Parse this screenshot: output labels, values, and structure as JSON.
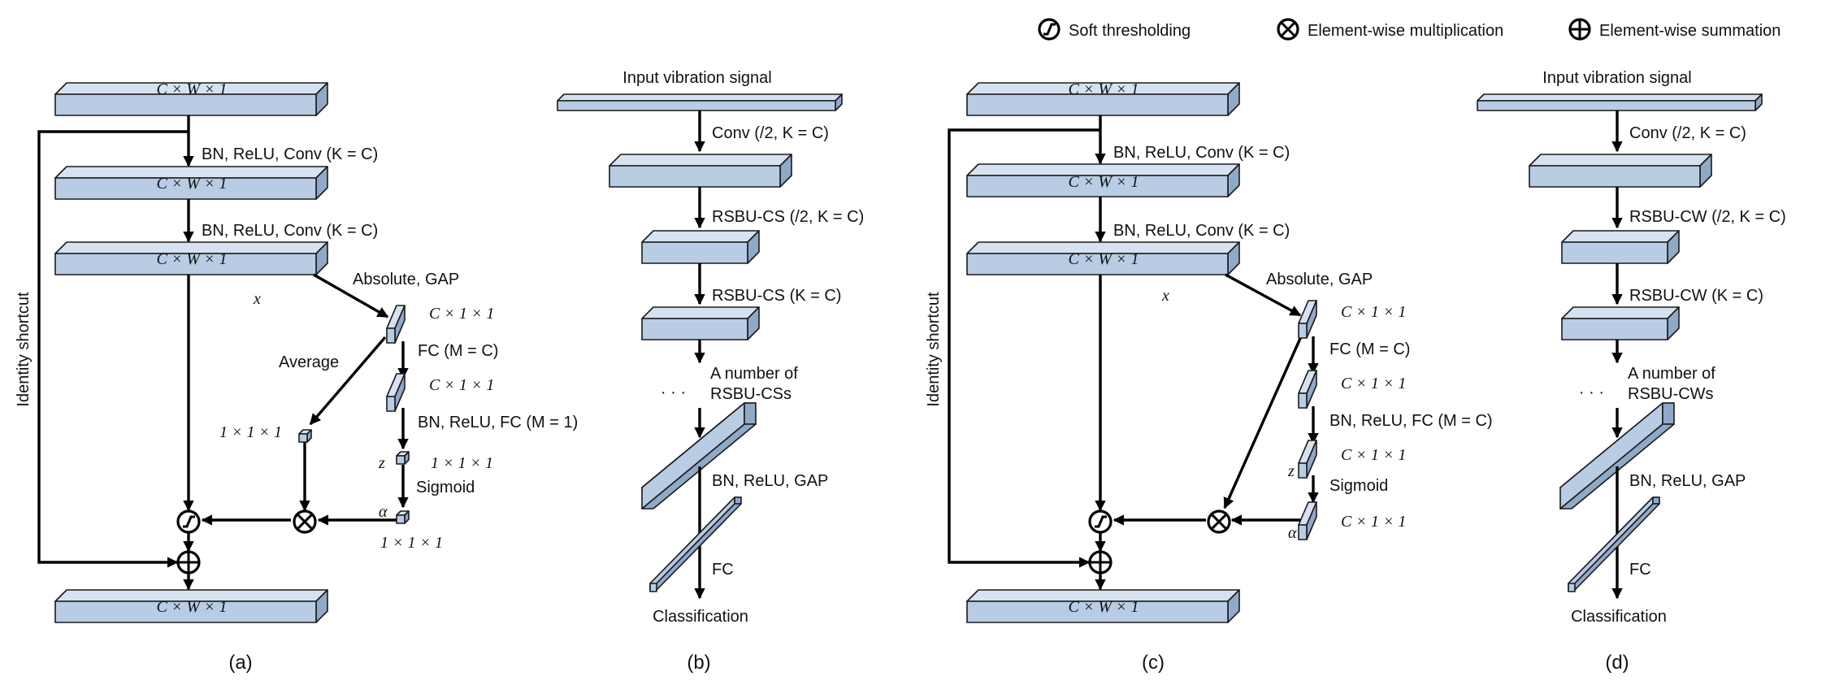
{
  "legend": {
    "soft": "Soft thresholding",
    "mult": "Element-wise multiplication",
    "sum": "Element-wise summation"
  },
  "captions": {
    "a": "(a)",
    "b": "(b)",
    "c": "(c)",
    "d": "(d)"
  },
  "a": {
    "block": "C × W × 1",
    "bn_conv": "BN, ReLU, Conv (K = C)",
    "identity": "Identity shortcut",
    "x": "x",
    "abs_gap": "Absolute, GAP",
    "c11": "C × 1 × 1",
    "fc": "FC (M = C)",
    "bn_fc": "BN, ReLU, FC (M = 1)",
    "average": "Average",
    "one": "1 × 1 × 1",
    "z": "z",
    "sigmoid": "Sigmoid",
    "alpha": "α"
  },
  "b": {
    "input": "Input vibration signal",
    "conv": "Conv (/2, K = C)",
    "rsbu1": "RSBU-CS (/2, K = C)",
    "rsbu2": "RSBU-CS (K = C)",
    "number1": "A number of",
    "number2": "RSBU-CSs",
    "dots": "· · ·",
    "bn_gap": "BN, ReLU, GAP",
    "fc": "FC",
    "classification": "Classification"
  },
  "c": {
    "block": "C × W × 1",
    "bn_conv": "BN, ReLU, Conv (K = C)",
    "identity": "Identity shortcut",
    "x": "x",
    "abs_gap": "Absolute, GAP",
    "c11": "C × 1 × 1",
    "fc": "FC (M = C)",
    "bn_fc": "BN, ReLU, FC (M = C)",
    "z": "z",
    "sigmoid": "Sigmoid",
    "alpha": "α"
  },
  "d": {
    "input": "Input vibration signal",
    "conv": "Conv (/2, K = C)",
    "rsbu1": "RSBU-CW (/2, K = C)",
    "rsbu2": "RSBU-CW (K = C)",
    "number1": "A number of",
    "number2": "RSBU-CWs",
    "dots": "· · ·",
    "bn_gap": "BN, ReLU, GAP",
    "fc": "FC",
    "classification": "Classification"
  }
}
